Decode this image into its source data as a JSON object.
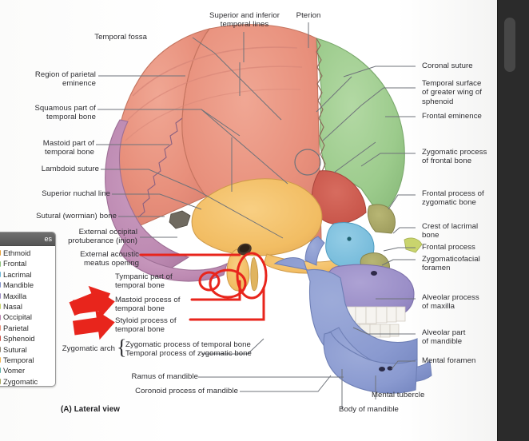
{
  "figure": {
    "caption": "(A) Lateral view",
    "title_top_labels": [
      {
        "id": "temporal-fossa",
        "text": "Temporal fossa"
      },
      {
        "id": "superior-inferior-temporal-lines",
        "text": "Superior and inferior\ntemporal lines"
      },
      {
        "id": "pterion",
        "text": "Pterion"
      }
    ]
  },
  "labels_left": [
    {
      "id": "region-of-parietal-eminence",
      "text": "Region of parietal\neminence"
    },
    {
      "id": "squamous-part-of-temporal-bone",
      "text": "Squamous part of\ntemporal bone"
    },
    {
      "id": "mastoid-part-of-temporal-bone",
      "text": "Mastoid part of\ntemporal bone"
    },
    {
      "id": "lambdoid-suture",
      "text": "Lambdoid suture"
    },
    {
      "id": "superior-nuchal-line",
      "text": "Superior nuchal line"
    },
    {
      "id": "sutural-wormian-bone",
      "text": "Sutural (wormian) bone"
    },
    {
      "id": "external-occipital-protuberance",
      "text": "External occipital\nprotuberance (inion)"
    },
    {
      "id": "external-acoustic-meatus-opening",
      "text": "External acoustic\nmeatus opening"
    },
    {
      "id": "tympanic-part-of-temporal-bone",
      "text": "Tympanic part of\ntemporal bone"
    },
    {
      "id": "mastoid-process-of-temporal-bone",
      "text": "Mastoid process of\ntemporal bone"
    },
    {
      "id": "styloid-process-of-temporal-bone",
      "text": "Styloid process of\ntemporal bone"
    },
    {
      "id": "zygomatic-arch",
      "text": "Zygomatic arch"
    },
    {
      "id": "zygomatic-process-of-temporal-bone",
      "text": "Zygomatic process of temporal bone"
    },
    {
      "id": "temporal-process-of-zygomatic-bone",
      "text": "Temporal process of zygomatic bone"
    },
    {
      "id": "ramus-of-mandible",
      "text": "Ramus of mandible"
    },
    {
      "id": "coronoid-process-of-mandible",
      "text": "Coronoid process of mandible"
    }
  ],
  "labels_right": [
    {
      "id": "coronal-suture",
      "text": "Coronal suture"
    },
    {
      "id": "temporal-surface-of-greater-wing-of-sphenoid",
      "text": "Temporal surface\nof greater wing of\nsphenoid"
    },
    {
      "id": "frontal-eminence",
      "text": "Frontal eminence"
    },
    {
      "id": "zygomatic-process-of-frontal-bone",
      "text": "Zygomatic process\nof frontal bone"
    },
    {
      "id": "frontal-process-of-zygomatic-bone",
      "text": "Frontal process of\nzygomatic bone"
    },
    {
      "id": "crest-of-lacrimal-bone",
      "text": "Crest of lacrimal\nbone"
    },
    {
      "id": "frontal-process",
      "text": "Frontal process"
    },
    {
      "id": "zygomaticofacial-foramen",
      "text": "Zygomaticofacial\nforamen"
    },
    {
      "id": "alveolar-process-of-maxilla",
      "text": "Alveolar process\nof maxilla"
    },
    {
      "id": "alveolar-part-of-mandible",
      "text": "Alveolar part\nof mandible"
    },
    {
      "id": "mental-foramen",
      "text": "Mental foramen"
    }
  ],
  "labels_bottom": [
    {
      "id": "mental-tubercle",
      "text": "Mental tubercle"
    },
    {
      "id": "body-of-mandible",
      "text": "Body of mandible"
    }
  ],
  "legend": {
    "header": "es",
    "items": [
      {
        "label": "Ethmoid",
        "color": "#e8a33d"
      },
      {
        "label": "Frontal",
        "color": "#8fc47e"
      },
      {
        "label": "Lacrimal",
        "color": "#6fb7d8"
      },
      {
        "label": "Mandible",
        "color": "#8292c9"
      },
      {
        "label": "Maxilla",
        "color": "#9b8cc4"
      },
      {
        "label": "Nasal",
        "color": "#c7d36a"
      },
      {
        "label": "Occipital",
        "color": "#b884ae"
      },
      {
        "label": "Parietal",
        "color": "#e8907c"
      },
      {
        "label": "Sphenoid",
        "color": "#c8544a"
      },
      {
        "label": "Sutural",
        "color": "#8d8374"
      },
      {
        "label": "Temporal",
        "color": "#efb758"
      },
      {
        "label": "Vomer",
        "color": "#5fb0a6"
      },
      {
        "label": "Zygomatic",
        "color": "#a7a664"
      }
    ]
  },
  "annotations": {
    "arrow_color": "#e8251c",
    "circle_color": "#e8251c",
    "arrow_count": 3,
    "arrows": [
      {
        "id": "arrow-external-acoustic-meatus"
      },
      {
        "id": "arrow-mastoid-process"
      },
      {
        "id": "arrow-styloid-process"
      }
    ]
  },
  "bone_colors": {
    "parietal": "#e8907c",
    "frontal": "#9ccb8c",
    "temporal": "#f2bd63",
    "occipital": "#bd8ab2",
    "sphenoid": "#cc5a4e",
    "zygomatic": "#a9a765",
    "maxilla": "#9a8ec7",
    "mandible": "#8a9ad0",
    "lacrimal": "#7cc0de",
    "nasal": "#c9d46d",
    "ethmoid": "#3a9a8c",
    "teeth": "#f4f2ee",
    "sutural": "#6f6a60"
  },
  "app": {
    "sidebar_bg": "#2b2b2b",
    "scrollbar_thumb": "#474747"
  }
}
